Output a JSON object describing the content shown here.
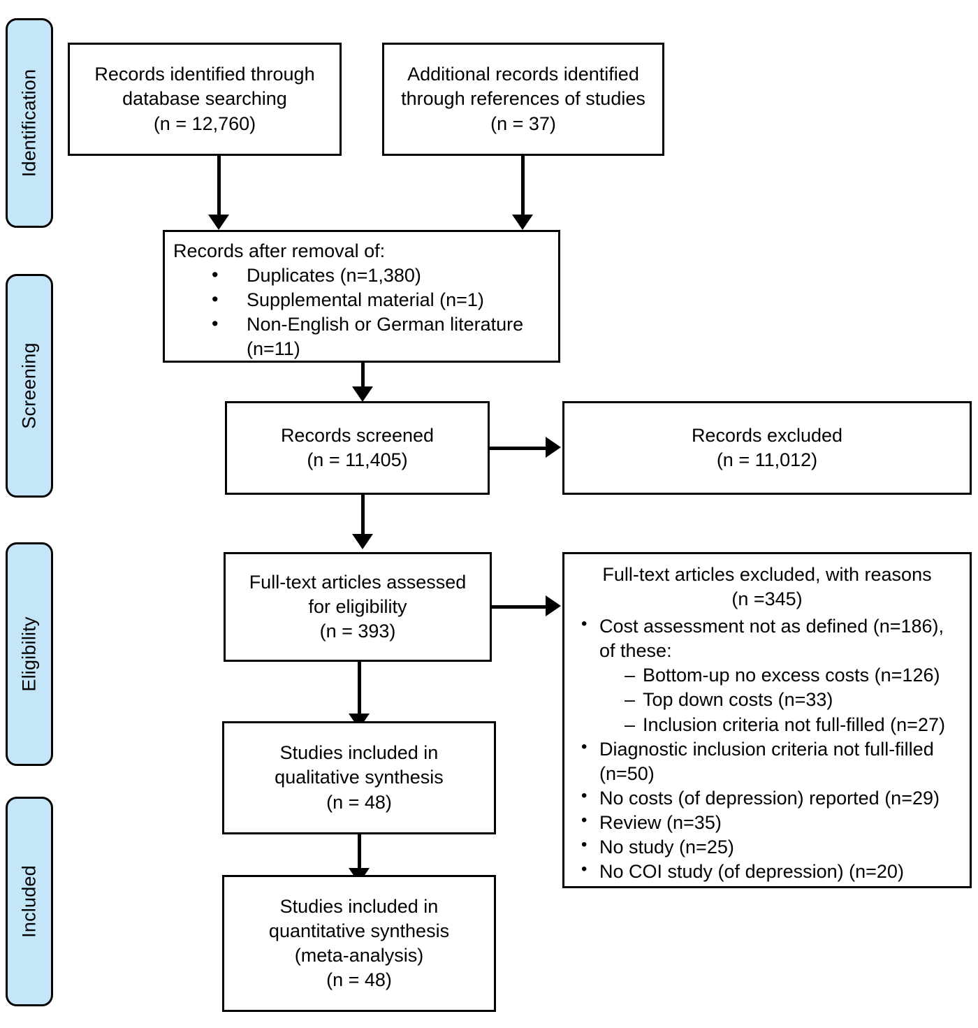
{
  "diagram": {
    "type": "prisma-flow-diagram",
    "accent_color": "#c5e6f9",
    "line_color": "#000000",
    "background": "#ffffff"
  },
  "stages": [
    {
      "label": "Identification"
    },
    {
      "label": "Screening"
    },
    {
      "label": "Eligibility"
    },
    {
      "label": "Included"
    }
  ],
  "nodes": {
    "records_identified_db": {
      "text": "Records identified through\ndatabase searching\n(n = 12,760)"
    },
    "additional_records": {
      "text": "Additional records identified\nthrough references of studies\n(n = 37)"
    },
    "records_after_removal": {
      "heading": "Records after removal of:",
      "items": [
        "Duplicates (n=1,380)",
        "Supplemental material (n=1)",
        "Non-English or German literature\n(n=11)"
      ]
    },
    "records_screened": {
      "text": "Records screened\n(n = 11,405)"
    },
    "records_excluded": {
      "text": "Records excluded\n(n = 11,012)"
    },
    "fulltext_assessed": {
      "text": "Full-text articles assessed\nfor eligibility\n(n = 393)"
    },
    "fulltext_excluded": {
      "heading": "Full-text articles excluded, with reasons\n(n =345)",
      "items": [
        {
          "text": "Cost assessment not as defined (n=186), of these:",
          "subitems": [
            "Bottom-up no excess costs (n=126)",
            "Top down costs (n=33)",
            "Inclusion criteria not full-filled (n=27)"
          ]
        },
        {
          "text": "Diagnostic inclusion criteria not full-filled (n=50)",
          "subitems": []
        },
        {
          "text": "No costs (of depression) reported (n=29)",
          "subitems": []
        },
        {
          "text": "Review (n=35)",
          "subitems": []
        },
        {
          "text": "No study (n=25)",
          "subitems": []
        },
        {
          "text": "No COI study (of depression) (n=20)",
          "subitems": []
        }
      ]
    },
    "qualitative_synthesis": {
      "text": "Studies included in\nqualitative synthesis\n(n = 48)"
    },
    "quantitative_synthesis": {
      "text": "Studies included in\nquantitative synthesis\n(meta-analysis)\n(n = 48)"
    }
  }
}
